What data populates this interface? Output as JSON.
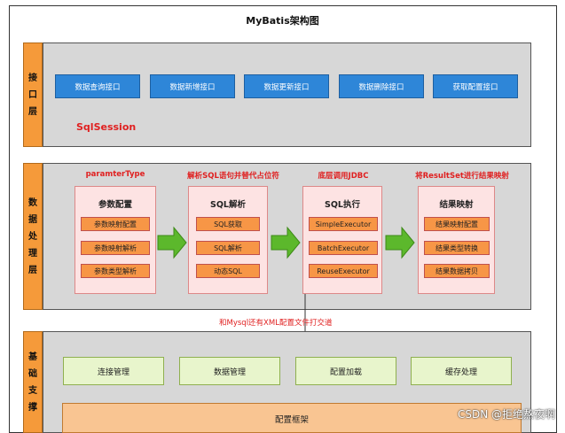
{
  "title": "MyBatis架构图",
  "interface_layer": {
    "side_label": [
      "接",
      "口",
      "层"
    ],
    "buttons": [
      "数据查询接口",
      "数据新增接口",
      "数据更新接口",
      "数据删除接口",
      "获取配置接口"
    ],
    "session_label": "SqlSession"
  },
  "processing_layer": {
    "side_label": [
      "数",
      "据",
      "处",
      "理",
      "层"
    ],
    "columns": [
      {
        "label": "paramterType",
        "title": "参数配置",
        "items": [
          "参数映射配置",
          "参数映射解析",
          "参数类型解析"
        ]
      },
      {
        "label": "解析SQL语句并替代占位符",
        "title": "SQL解析",
        "items": [
          "SQL获取",
          "SQL解析",
          "动态SQL"
        ]
      },
      {
        "label": "底层调用JDBC",
        "title": "SQL执行",
        "items": [
          "SimpleExecutor",
          "BatchExecutor",
          "ReuseExecutor"
        ]
      },
      {
        "label": "将ResultSet进行结果映射",
        "title": "结果映射",
        "items": [
          "结果映射配置",
          "结果类型转换",
          "结果数据拷贝"
        ]
      }
    ]
  },
  "note": "和Mysql还有XML配置文件打交道",
  "support_layer": {
    "side_label": [
      "基",
      "础",
      "支",
      "撑"
    ],
    "boxes": [
      "连接管理",
      "数据管理",
      "配置加载",
      "缓存处理"
    ],
    "config_bar": "配置框架"
  },
  "watermark": "CSDN @拒绝熬夜啊",
  "colors": {
    "side": "#f59a3a",
    "blue": "#2e86d8",
    "red_text": "#e02020",
    "pink_box": "#fde3e3",
    "orange_item": "#f79646",
    "green_arrow": "#5cb82c",
    "green_box": "#e8f5cc"
  }
}
